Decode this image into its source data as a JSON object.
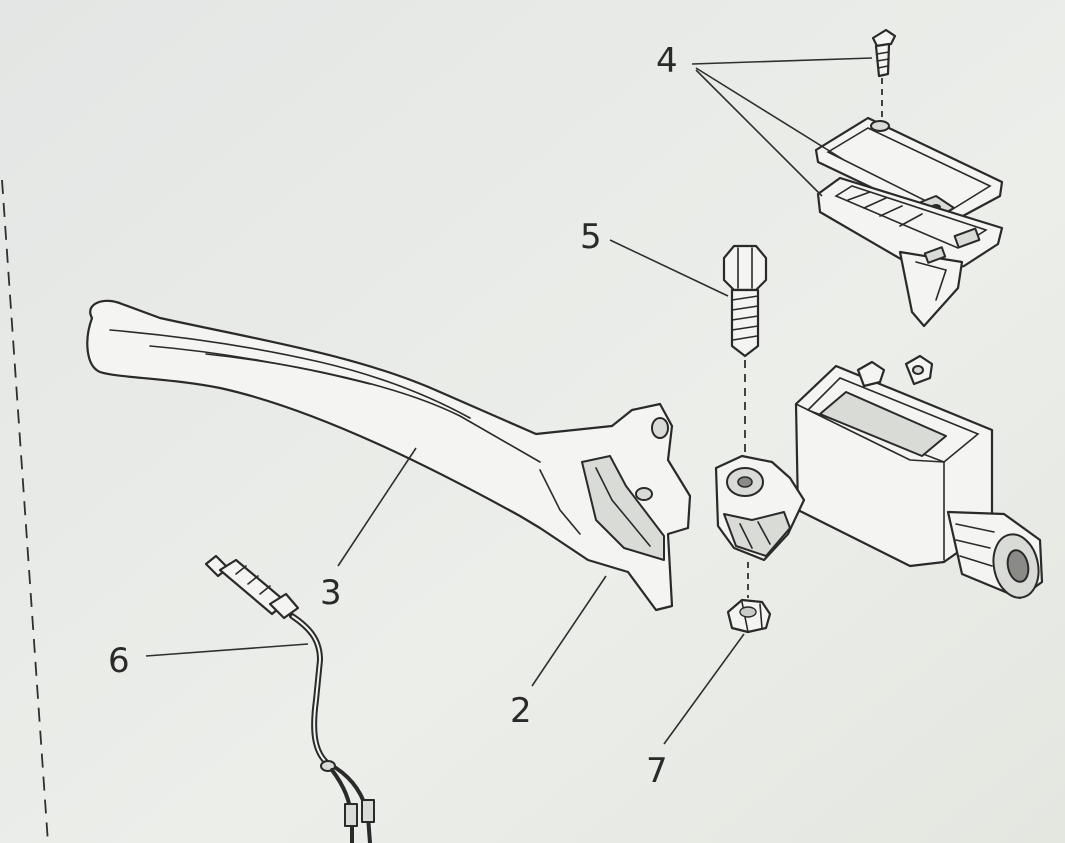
{
  "diagram": {
    "callouts": [
      {
        "id": "4",
        "part": "reservoir-cover-and-diaphragm"
      },
      {
        "id": "5",
        "part": "pivot-bolt"
      },
      {
        "id": "3",
        "part": "brake-lever"
      },
      {
        "id": "6",
        "part": "brake-light-switch"
      },
      {
        "id": "2",
        "part": "lever-boot"
      },
      {
        "id": "7",
        "part": "pivot-nut"
      }
    ]
  }
}
